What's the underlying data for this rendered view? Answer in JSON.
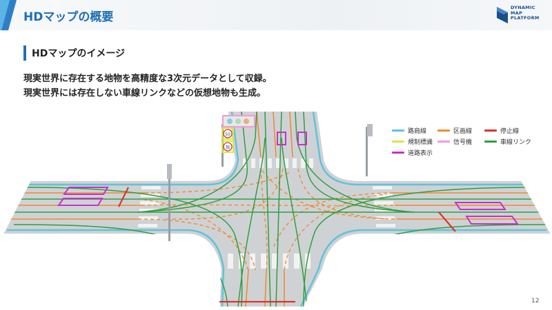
{
  "header": {
    "title": "HDマップの概要"
  },
  "logo": {
    "lines": [
      "DYNAMIC",
      "MAP",
      "PLATFORM"
    ]
  },
  "section": {
    "title": "HDマップのイメージ"
  },
  "body": {
    "line1": "現実世界に存在する地物を高精度な3次元データとして収録。",
    "line2": "現実世界には存在しない車線リンクなどの仮想地物も生成。"
  },
  "legend": {
    "items": [
      {
        "label": "路肩線",
        "color": "#5fc3d9"
      },
      {
        "label": "区画線",
        "color": "#f08a2c"
      },
      {
        "label": "停止線",
        "color": "#d9342b"
      },
      {
        "label": "規制標識",
        "color": "#d8ea3c"
      },
      {
        "label": "信号機",
        "color": "#f29ad8"
      },
      {
        "label": "車線リンク",
        "color": "#2e9e3e"
      },
      {
        "label": "道路表示",
        "color": "#c630c9"
      }
    ]
  },
  "signs": {
    "speed": "50",
    "other": "指"
  },
  "page": {
    "number": "12"
  }
}
